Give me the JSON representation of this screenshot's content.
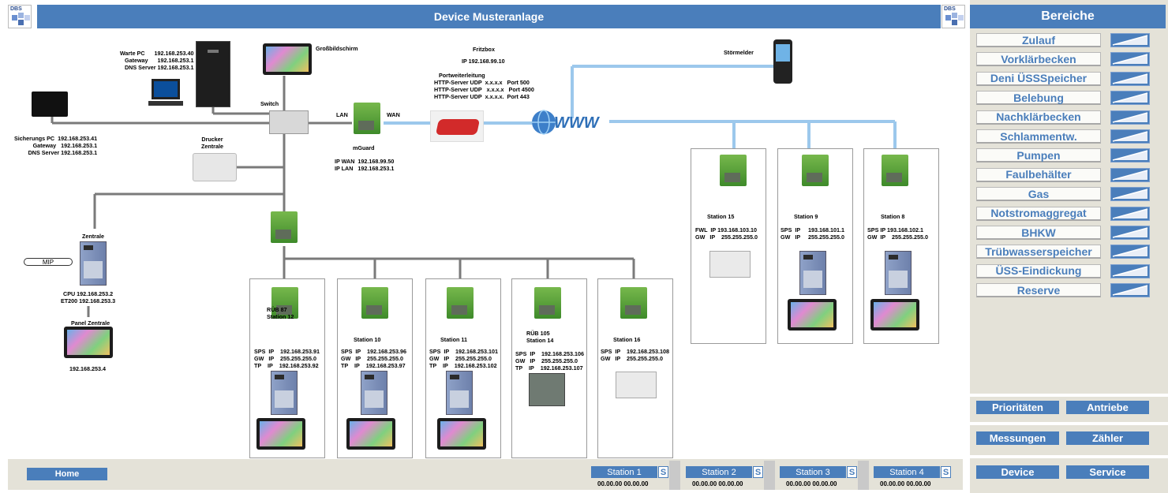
{
  "header": {
    "title": "Device Musteranlage",
    "logo_text": "DBS"
  },
  "sidebar": {
    "title": "Bereiche",
    "areas": [
      "Zulauf",
      "Vorklärbecken",
      "Deni ÜSSSpeicher",
      "Belebung",
      "Nachklärbecken",
      "Schlammentw.",
      "Pumpen",
      "Faulbehälter",
      "Gas",
      "Notstromaggregat",
      "BHKW",
      "Trübwasserspeicher",
      "ÜSS-Eindickung",
      "Reserve"
    ],
    "prioritaeten": "Prioritäten",
    "antriebe": "Antriebe",
    "messungen": "Messungen",
    "zaehler": "Zähler",
    "device": "Device",
    "service": "Service"
  },
  "footer": {
    "home": "Home",
    "stations": [
      {
        "label": "Station 1",
        "s": "S",
        "time": "00.00.00  00.00.00"
      },
      {
        "label": "Station 2",
        "s": "S",
        "time": "00.00.00  00.00.00"
      },
      {
        "label": "Station 3",
        "s": "S",
        "time": "00.00.00  00.00.00"
      },
      {
        "label": "Station 4",
        "s": "S",
        "time": "00.00.00  00.00.00"
      }
    ]
  },
  "network": {
    "warte_pc": "Warte PC      192.168.253.40\n     Gateway      192.168.253.1\nDNS Server 192.168.253.1",
    "grossbild": "Großbildschirm",
    "switch": "Switch",
    "sicherungs_pc": "Sicherungs PC  192.168.253.41\n         Gateway   192.168.253.1\n     DNS Server 192.168.253.1",
    "drucker": "Drucker\nZentrale",
    "lan": "LAN",
    "wan": "WAN",
    "mguard": "mGuard",
    "mguard_ip": "IP WAN  192.168.99.50\nIP LAN   192.168.253.1",
    "fritzbox": "Fritzbox",
    "fritzbox_ip": "IP 192.168.99.10",
    "portweiterleitung": "   Portweiterleitung\nHTTP-Server UDP  x.x.x.x   Port 500\nHTTP-Server UDP   x.x.x.x   Port 4500\nHTTP-Server UDP  x.x.x.x.  Port 443",
    "stoermelder": "Störmelder",
    "zentrale": "Zentrale",
    "mip": "MIP",
    "cpu": "CPU 192.168.253.2\nET200 192.168.253.3",
    "panel_zentrale": "Panel Zentrale",
    "panel_ip": "192.168.253.4"
  },
  "stations": [
    {
      "name": "RÜB 87\nStation 12",
      "ip": "SPS  IP    192.168.253.91\nGW   IP    255.255.255.0\nTP    IP    192.168.253.92"
    },
    {
      "name": "Station 10",
      "ip": "SPS  IP    192.168.253.96\nGW   IP    255.255.255.0\nTP    IP    192.168.253.97"
    },
    {
      "name": "Station 11",
      "ip": "SPS  IP    192.168.253.101\nGW   IP    255.255.255.0\nTP    IP    192.168.253.102"
    },
    {
      "name": "RÜB 105\nStation 14",
      "ip": "SPS  IP    192.168.253.106\nGW   IP    255.255.255.0\nTP    IP    192.168.253.107"
    },
    {
      "name": "Station 16",
      "ip": "SPS  IP    192.168.253.108\nGW   IP    255.255.255.0"
    },
    {
      "name": "Station 15",
      "ip": "FWL  IP 193.168.103.10\nGW   IP    255.255.255.0"
    },
    {
      "name": "Station 9",
      "ip": "SPS  IP     193.168.101.1\nGW   IP     255.255.255.0"
    },
    {
      "name": "Station 8",
      "ip": "SPS IP 193.168.102.1\nGW  IP    255.255.255.0"
    }
  ]
}
